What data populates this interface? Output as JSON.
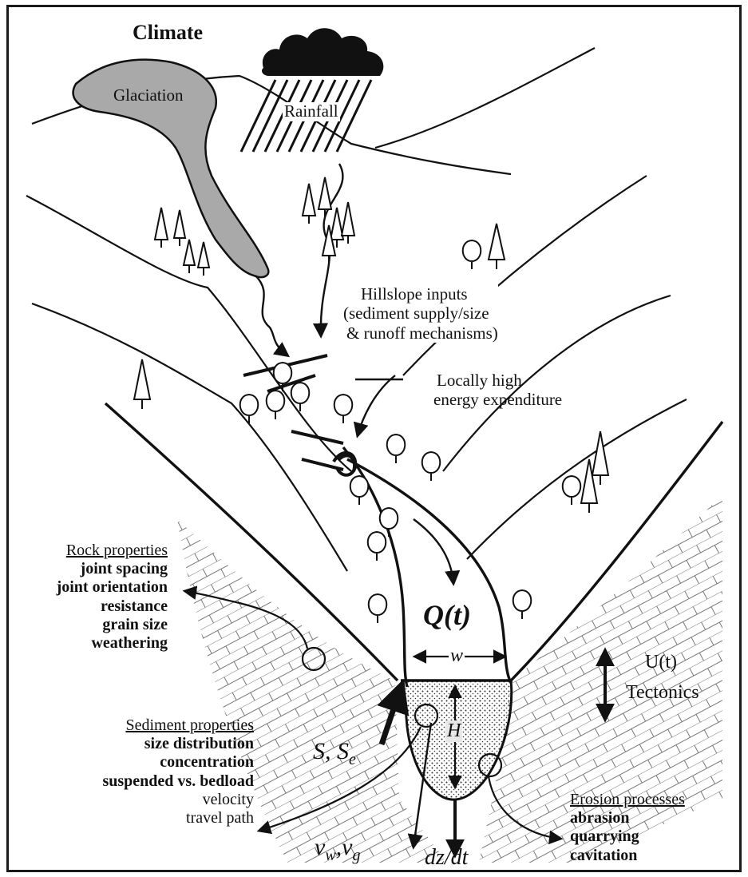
{
  "climate": {
    "title": "Climate",
    "glaciation": "Glaciation",
    "rainfall": "Rainfall"
  },
  "hillslope": {
    "lines": [
      "Hillslope inputs",
      "(sediment supply/size",
      "& runoff mechanisms)"
    ]
  },
  "energy": {
    "lines": [
      "Locally high",
      "energy expenditure"
    ]
  },
  "rock": {
    "title": "Rock properties",
    "items": [
      "joint spacing",
      "joint orientation",
      "resistance",
      "grain size",
      "weathering"
    ]
  },
  "sediment": {
    "title": "Sediment properties",
    "bold_items": [
      "size distribution",
      "concentration",
      "suspended vs. bedload"
    ],
    "plain_items": [
      "velocity",
      "travel path"
    ]
  },
  "erosion": {
    "title": "Erosion processes",
    "items": [
      "abrasion",
      "quarrying",
      "cavitation"
    ]
  },
  "symbols": {
    "discharge": "Q(t)",
    "width": "w",
    "depth": "H",
    "slope_s": "S,",
    "slope_se": "S",
    "slope_se_sub": "e",
    "velocity_v1": "v",
    "velocity_w": "w",
    "velocity_v2": "v",
    "velocity_g": "g",
    "incision": "dz/dt"
  },
  "uplift": {
    "symbol": "U(t)",
    "label": "Tectonics"
  }
}
